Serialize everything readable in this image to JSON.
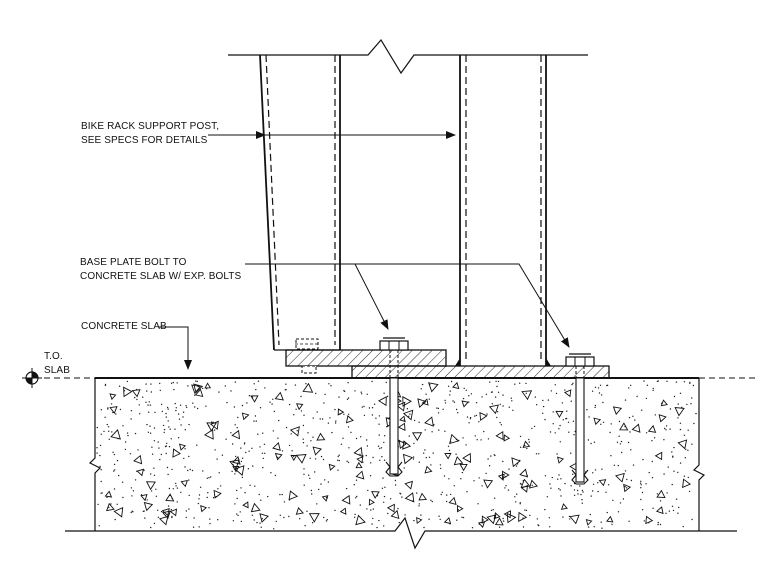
{
  "labels": {
    "post_line1": "BIKE RACK SUPPORT POST,",
    "post_line2": "SEE SPECS FOR DETAILS",
    "bolt_line1": "BASE PLATE BOLT TO",
    "bolt_line2": "CONCRETE SLAB W/  EXP. BOLTS",
    "slab": "CONCRETE SLAB",
    "to_line1": "T.O.",
    "to_line2": "SLAB"
  },
  "colors": {
    "line": "#111111",
    "background": "#ffffff"
  },
  "icons": {
    "elevation_marker": "elevation-target-icon"
  }
}
